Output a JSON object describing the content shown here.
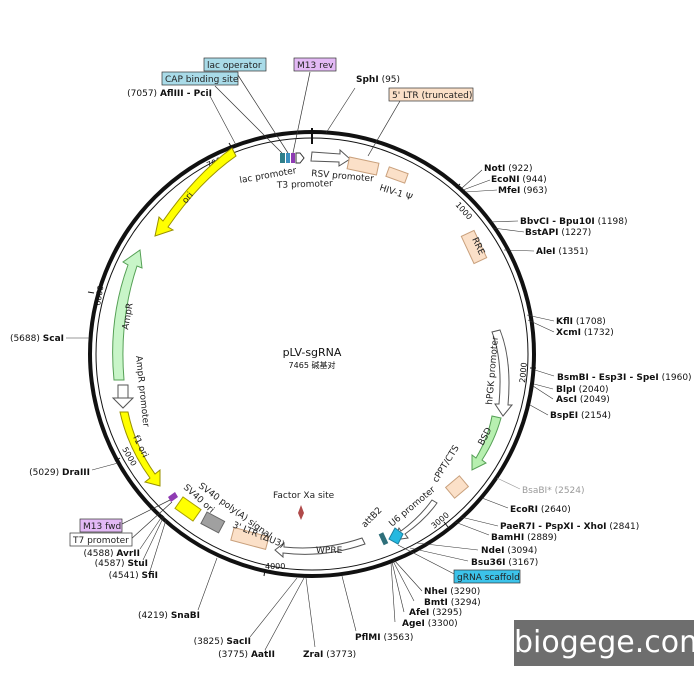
{
  "plasmid": {
    "name": "pLV-sgRNA",
    "size_text": "7465 碱基对"
  },
  "watermark": "biogege.com",
  "ticks": [
    "1000",
    "2000",
    "3000",
    "4000",
    "5000",
    "6000",
    "7000"
  ],
  "enzymes": [
    {
      "name": "SphI",
      "pos": "(95)"
    },
    {
      "name": "NotI",
      "pos": "(922)"
    },
    {
      "name": "EcoNI",
      "pos": "(944)"
    },
    {
      "name": "MfeI",
      "pos": "(963)"
    },
    {
      "name": "BbvCI - Bpu10I",
      "pos": "(1198)"
    },
    {
      "name": "BstAPI",
      "pos": "(1227)"
    },
    {
      "name": "AleI",
      "pos": "(1351)"
    },
    {
      "name": "KflI",
      "pos": "(1708)"
    },
    {
      "name": "XcmI",
      "pos": "(1732)"
    },
    {
      "name": "BsmBI - Esp3I - SpeI",
      "pos": "(1960)"
    },
    {
      "name": "BlpI",
      "pos": "(2040)"
    },
    {
      "name": "AscI",
      "pos": "(2049)"
    },
    {
      "name": "BspEI",
      "pos": "(2154)"
    },
    {
      "name": "BsaBI*",
      "pos": "(2524)"
    },
    {
      "name": "EcoRI",
      "pos": "(2640)"
    },
    {
      "name": "PaeR7I - PspXI - XhoI",
      "pos": "(2841)"
    },
    {
      "name": "BamHI",
      "pos": "(2889)"
    },
    {
      "name": "NdeI",
      "pos": "(3094)"
    },
    {
      "name": "Bsu36I",
      "pos": "(3167)"
    },
    {
      "name": "NheI",
      "pos": "(3290)"
    },
    {
      "name": "BmtI",
      "pos": "(3294)"
    },
    {
      "name": "AfeI",
      "pos": "(3295)"
    },
    {
      "name": "AgeI",
      "pos": "(3300)"
    },
    {
      "name": "PflMI",
      "pos": "(3563)"
    },
    {
      "name": "ZraI",
      "pos": "(3773)"
    },
    {
      "name": "AatII",
      "pos": "(3775)"
    },
    {
      "name": "SacII",
      "pos": "(3825)"
    },
    {
      "name": "SnaBI",
      "pos": "(4219)"
    },
    {
      "name": "SfiI",
      "pos": "(4541)"
    },
    {
      "name": "StuI",
      "pos": "(4587)"
    },
    {
      "name": "AvrII",
      "pos": "(4588)"
    },
    {
      "name": "DraIII",
      "pos": "(5029)"
    },
    {
      "name": "ScaI",
      "pos": "(5688)"
    },
    {
      "name": "AflIII - PciI",
      "pos": "(7057)"
    }
  ],
  "boxed_labels": [
    {
      "text": "lac operator",
      "color": "#a9dbe8"
    },
    {
      "text": "CAP binding site",
      "color": "#a9dbe8"
    },
    {
      "text": "M13 rev",
      "color": "#e3b9f5"
    },
    {
      "text": "5' LTR (truncated)",
      "color": "#fbe0c8"
    },
    {
      "text": "gRNA scaffold",
      "color": "#3cc3ea"
    },
    {
      "text": "M13 fwd",
      "color": "#e3b9f5"
    },
    {
      "text": "T7 promoter",
      "color": "#ffffff"
    }
  ],
  "features": {
    "lac_promoter": "lac promoter",
    "t3_promoter": "T3 promoter",
    "rsv_promoter": "RSV promoter",
    "hiv_psi": "HIV-1 Ψ",
    "rre": "RRE",
    "hpgk": "hPGK promoter",
    "bsd": "BSD",
    "cppt": "cPPT/CTS",
    "u6": "U6 promoter",
    "attb2": "attB2",
    "factor_xa": "Factor Xa site",
    "wpre": "WPRE",
    "ltr3": "3' LTR (ΔU3)",
    "sv40pa": "SV40 poly(A) signal",
    "sv40ori": "SV40 ori",
    "f1ori": "f1 ori",
    "ampr_promoter": "AmpR promoter",
    "ampr": "AmpR",
    "ori": "ori"
  },
  "colors": {
    "ltr": "#fbe0c8",
    "ori": "#ffff00",
    "ampr": "#c8f5c8",
    "bsd": "#b7f0b0",
    "promoter": "#ffffff",
    "sv40ori": "#ffff00",
    "sv40pa": "#a0a0a0",
    "u6_scaffold": "#25b8e0"
  }
}
